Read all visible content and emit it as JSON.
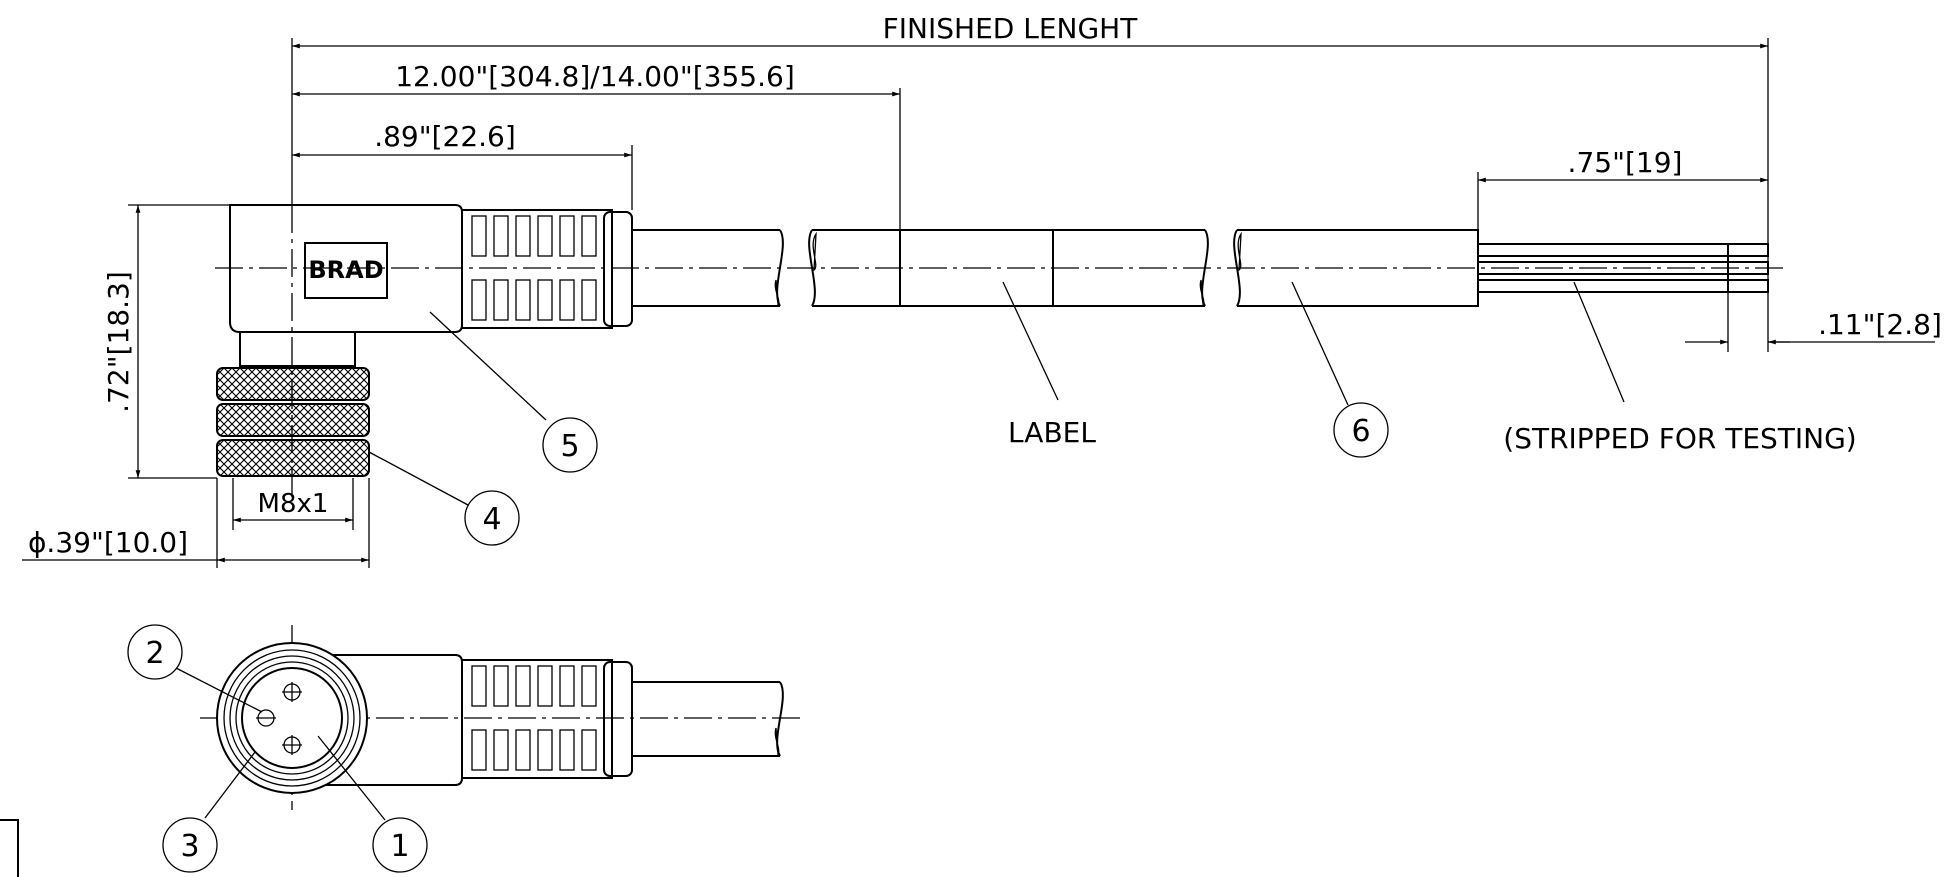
{
  "dimensions": {
    "finished_length": "FINISHED LENGHT",
    "cable_length": "12.00\"[304.8]/14.00\"[355.6]",
    "head_length": ".89\"[22.6]",
    "strip_length": ".75\"[19]",
    "wire_end": ".11\"[2.8]",
    "height": ".72\"[18.3]",
    "thread": "M8x1",
    "diameter": "ϕ.39\"[10.0]"
  },
  "labels": {
    "label": "LABEL",
    "stripped": "(STRIPPED FOR TESTING)",
    "brand": "BRAD"
  },
  "callouts": {
    "c1": "1",
    "c2": "2",
    "c3": "3",
    "c4": "4",
    "c5": "5",
    "c6": "6"
  }
}
